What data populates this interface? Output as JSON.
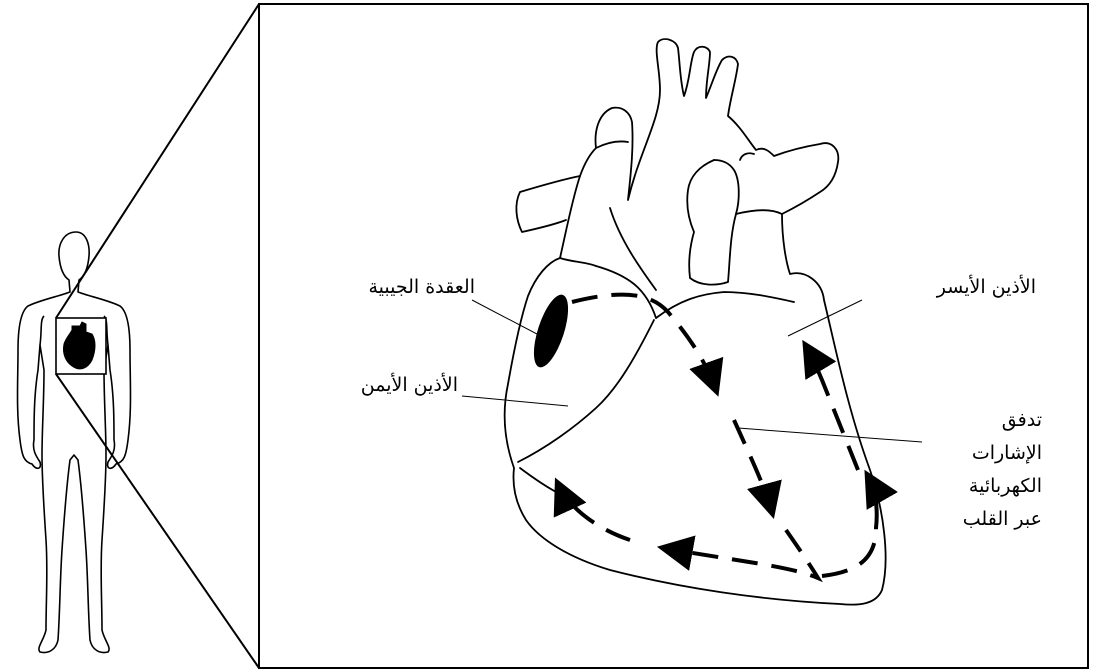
{
  "labels": {
    "sa_node": "العقدة الجيبية",
    "right_atrium": "الأذين الأيمن",
    "left_atrium": "الأذين الأيسر",
    "signal_flow": [
      "تدفق",
      "الإشارات",
      "الكهربائية",
      "عبر القلب"
    ]
  },
  "colors": {
    "line": "#000000",
    "fill": "#ffffff",
    "organ": "#000000"
  }
}
